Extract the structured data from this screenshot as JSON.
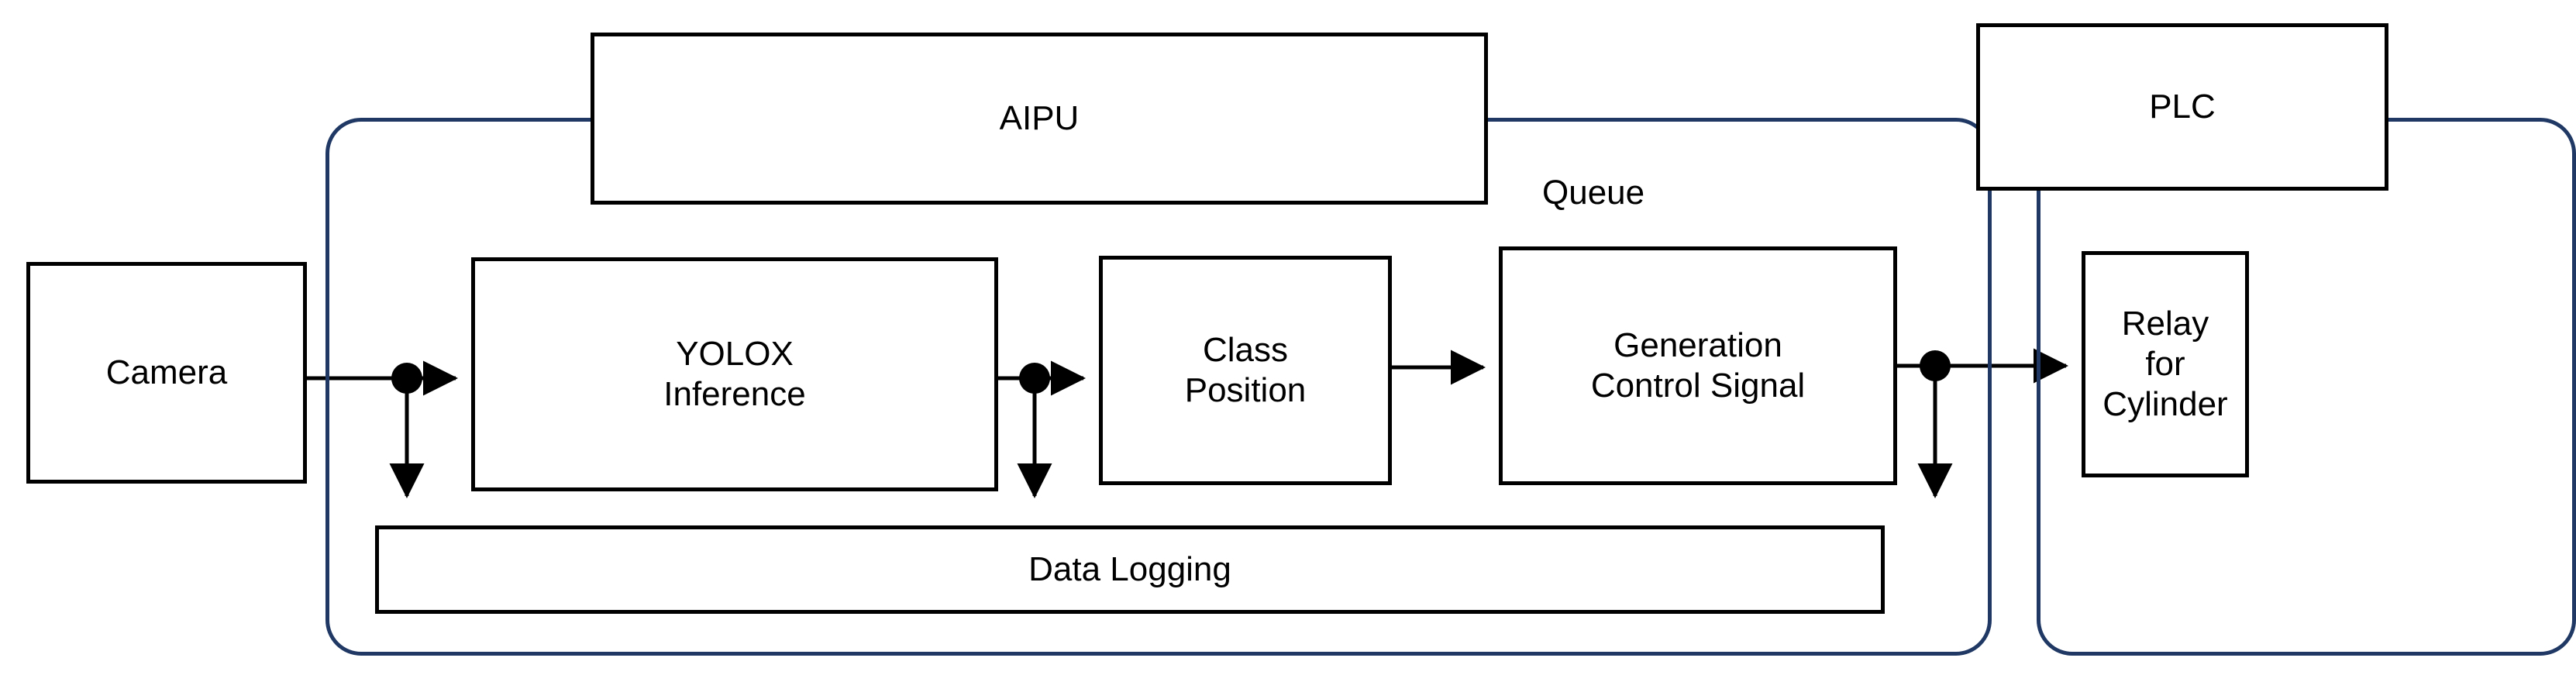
{
  "diagram": {
    "title": "AIPU vision pipeline to PLC block diagram",
    "colors": {
      "group_border": "#1F3864",
      "node_border": "#000000",
      "edge": "#000000",
      "background": "#FFFFFF"
    },
    "groups": [
      {
        "id": "aipu-group",
        "label": "",
        "header_node": "aipu"
      },
      {
        "id": "plc-group",
        "label": "",
        "header_node": "plc"
      }
    ],
    "nodes": [
      {
        "id": "camera",
        "label": "Camera"
      },
      {
        "id": "aipu",
        "label": "AIPU"
      },
      {
        "id": "yolox",
        "label": "YOLOX\nInference"
      },
      {
        "id": "class",
        "label": "Class\nPosition"
      },
      {
        "id": "gcs",
        "label": "Generation\nControl Signal"
      },
      {
        "id": "logging",
        "label": "Data Logging"
      },
      {
        "id": "plc",
        "label": "PLC"
      },
      {
        "id": "relay",
        "label": "Relay\nfor\nCylinder"
      }
    ],
    "free_labels": [
      {
        "id": "queue",
        "label": "Queue"
      }
    ],
    "edges": [
      {
        "from": "camera",
        "to": "yolox",
        "type": "arrow",
        "junction": true
      },
      {
        "from": "camera",
        "to": "logging",
        "type": "arrow",
        "junction_branch": true
      },
      {
        "from": "yolox",
        "to": "class",
        "type": "arrow",
        "junction": true
      },
      {
        "from": "yolox",
        "to": "logging",
        "type": "arrow",
        "junction_branch": true
      },
      {
        "from": "class",
        "to": "gcs",
        "type": "arrow",
        "junction": false
      },
      {
        "from": "gcs",
        "to": "relay",
        "type": "arrow",
        "junction": true
      },
      {
        "from": "gcs",
        "to": "logging",
        "type": "arrow",
        "junction_branch": true
      }
    ]
  }
}
